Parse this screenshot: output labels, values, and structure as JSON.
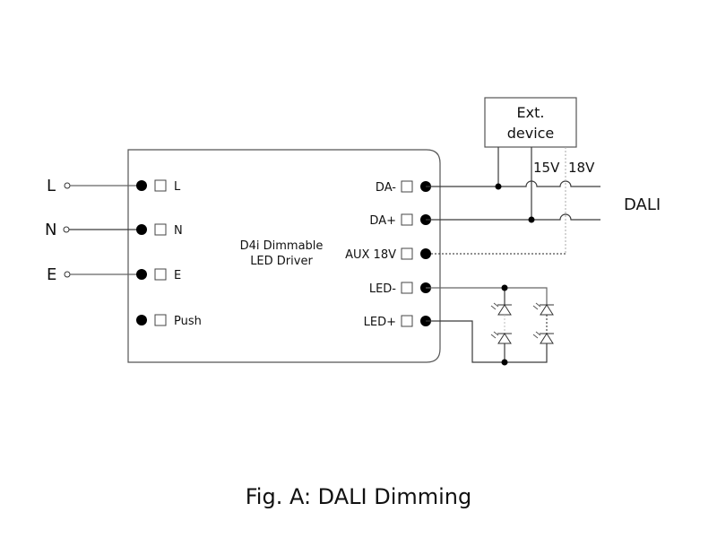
{
  "diagram": {
    "caption": "Fig. A: DALI Dimming",
    "driver": {
      "title_line1": "D4i Dimmable",
      "title_line2": "LED Driver",
      "left_terminals": [
        "L",
        "N",
        "E",
        "Push"
      ],
      "right_terminals": [
        "DA-",
        "DA+",
        "AUX 18V",
        "LED-",
        "LED+"
      ]
    },
    "mains_inputs": [
      "L",
      "N",
      "E"
    ],
    "ext_device": {
      "line1": "Ext.",
      "line2": "device"
    },
    "voltage_labels": [
      "15V",
      "18V"
    ],
    "bus_label": "DALI",
    "led_array": {
      "strings": 2,
      "leds_per_string_shown": 2
    }
  }
}
